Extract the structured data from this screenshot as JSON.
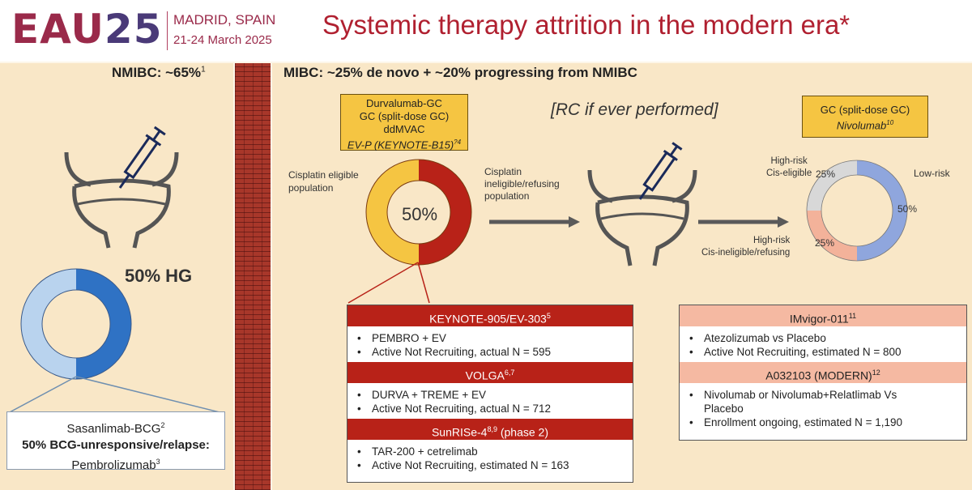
{
  "header": {
    "logo_eau": "EAU",
    "logo_num": "25",
    "city": "MADRID, SPAIN",
    "dates": "21-24 March 2025",
    "title": "Systemic therapy attrition in the modern era*"
  },
  "nmibc": {
    "heading": "NMIBC: ~65%",
    "heading_sup": "1",
    "hg_label": "50% HG",
    "donut": {
      "dark_fraction": 0.5,
      "dark_color": "#2f72c4",
      "light_color": "#b9d3ee"
    },
    "box_line1": "Sasanlimab-BCG",
    "box_line1_sup": "2",
    "box_line2": "50% BCG-unresponsive/relapse:",
    "box_line3": "Pembrolizumab",
    "box_line3_sup": "3"
  },
  "mibc": {
    "heading": "MIBC: ~25% de novo + ~20% progressing from NMIBC",
    "cis_box": {
      "line1": "Durvalumab-GC",
      "line2": "GC (split-dose GC)",
      "line3": "ddMVAC",
      "line4": "EV-P (KEYNOTE-B15)",
      "line4_sup": "?4"
    },
    "rc_label": "[RC if ever performed]",
    "eligible_label": [
      "Cisplatin eligible",
      "population"
    ],
    "ineligible_label": [
      "Cisplatin",
      "ineligible/refusing",
      "population"
    ],
    "donut_center": "50%",
    "donut1": {
      "red_fraction": 0.5,
      "red_color": "#b82218",
      "yellow_color": "#f5c542"
    },
    "adj_box": {
      "line1": "GC (split-dose GC)",
      "line2": "Nivolumab",
      "line2_sup": "10"
    },
    "donut2": {
      "segments": [
        {
          "name": "Low-risk",
          "value": 50,
          "color": "#8fa6dd"
        },
        {
          "name": "High-risk Cis-ineligible/refusing",
          "value": 25,
          "color": "#f3b29a"
        },
        {
          "name": "High-risk Cis-eligible",
          "value": 25,
          "color": "#d8d8d8"
        }
      ],
      "labels": {
        "high_cis_eligible": [
          "High-risk",
          "Cis-eligible"
        ],
        "low_risk": "Low-risk",
        "high_cis_ineligible": [
          "High-risk",
          "Cis-ineligible/refusing"
        ],
        "pct_25_top": "25%",
        "pct_50": "50%",
        "pct_25_bottom": "25%"
      }
    }
  },
  "trials_left": [
    {
      "name": "KEYNOTE-905/EV-303",
      "sup": "5",
      "bullets": [
        "PEMBRO + EV",
        "Active Not Recruiting, actual N = 595"
      ]
    },
    {
      "name": "VOLGA",
      "sup": "6,7",
      "bullets": [
        "DURVA + TREME + EV",
        "Active Not Recruiting, actual N = 712"
      ]
    },
    {
      "name": "SunRISe-4",
      "sup": "8,9",
      "suffix": " (phase 2)",
      "bullets": [
        "TAR-200 + cetrelimab",
        "Active Not Recruiting, estimated N = 163"
      ]
    }
  ],
  "trials_right": [
    {
      "name": "IMvigor-011",
      "sup": "11",
      "bullets": [
        "Atezolizumab vs Placebo",
        "Active Not Recruiting, estimated N = 800"
      ]
    },
    {
      "name": "A032103 (MODERN)",
      "sup": "12",
      "bullets": [
        "Nivolumab or Nivolumab+Relatlimab Vs",
        "Placebo",
        "Enrollment ongoing, estimated N = 1,190"
      ]
    }
  ],
  "colors": {
    "brand": "#9a2a4a",
    "title_red": "#b02030",
    "panel_bg": "#f9e7c7",
    "trial_red": "#b82218",
    "trial_pink": "#f5b9a2",
    "arrow_gray": "#5a5a5a"
  }
}
